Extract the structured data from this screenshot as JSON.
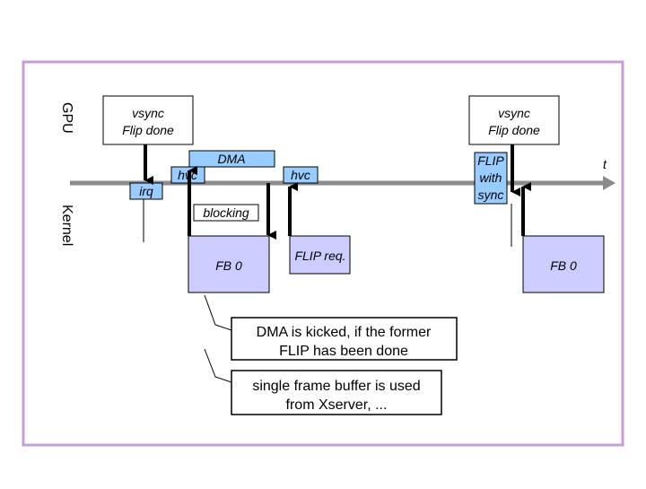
{
  "lanes": {
    "gpu": "GPU",
    "kernel": "Kernel"
  },
  "time_axis": {
    "label": "t"
  },
  "boxes": {
    "vsync1": [
      "vsync",
      "Flip done"
    ],
    "vsync2": [
      "vsync",
      "Flip done"
    ],
    "dma": "DMA",
    "hvc1": "hvc",
    "hvc2": "hvc",
    "irq": "irq",
    "blocking": "blocking",
    "flip_sync": [
      "FLIP",
      "with",
      "sync"
    ],
    "fb0_first": "FB 0",
    "flip_req": "FLIP req.",
    "fb0_second": "FB 0"
  },
  "notes": {
    "dma_kicked": [
      "DMA is kicked, if the former",
      "FLIP has been done"
    ],
    "single_fb": [
      "single frame buffer is used",
      "from Xserver, ..."
    ]
  },
  "colors": {
    "frame": "#c99cdb",
    "timeline": "#8c8c8c",
    "light_blue": "#99ccff",
    "lavender": "#ccccff",
    "arrow": "#000000"
  }
}
